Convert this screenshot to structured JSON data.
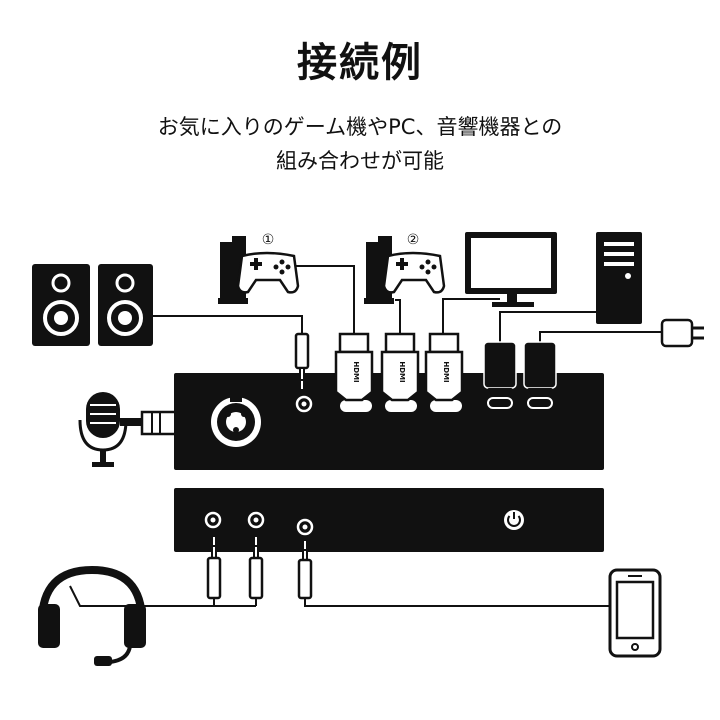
{
  "header": {
    "title": "接続例",
    "subtitle_line1": "お気に入りのゲーム機やPC、音響機器との",
    "subtitle_line2": "組み合わせが可能"
  },
  "console_labels": {
    "first": "①",
    "second": "②"
  },
  "hdmi_label": "HDMI",
  "colors": {
    "line": "#111111",
    "background": "#ffffff"
  }
}
